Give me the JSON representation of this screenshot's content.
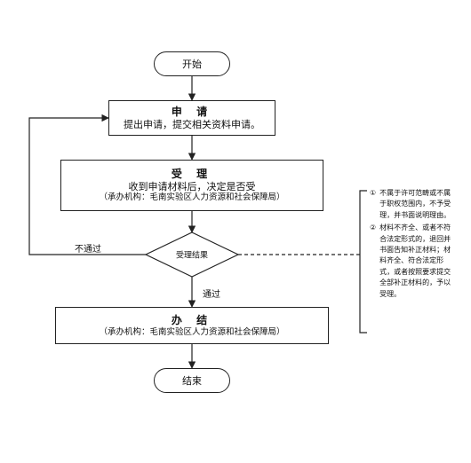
{
  "nodes": {
    "start": "开始",
    "apply_title": "申 请",
    "apply_desc": "提出申请，提交相关资料申请。",
    "accept_title": "受 理",
    "accept_desc": "收到申请材料后，决定是否受",
    "accept_org": "（承办机构：毛南实验区人力资源和社会保障局）",
    "decision": "受理结果",
    "handle_title": "办 结",
    "handle_org": "（承办机构：毛南实验区人力资源和社会保障局）",
    "end": "结束"
  },
  "edges": {
    "reject_label": "不通过",
    "pass_label": "通过"
  },
  "note": {
    "items": [
      {
        "num": "①",
        "text": "不属于许可范畴或不属于职权范围内，不予受理，并书面说明理由。"
      },
      {
        "num": "②",
        "text": "材料不齐全、或者不符合法定形式的，退回并书面告知补正材料；材料齐全、符合法定形式，或者按照要求提交全部补正材料的，予以受理。"
      }
    ]
  }
}
